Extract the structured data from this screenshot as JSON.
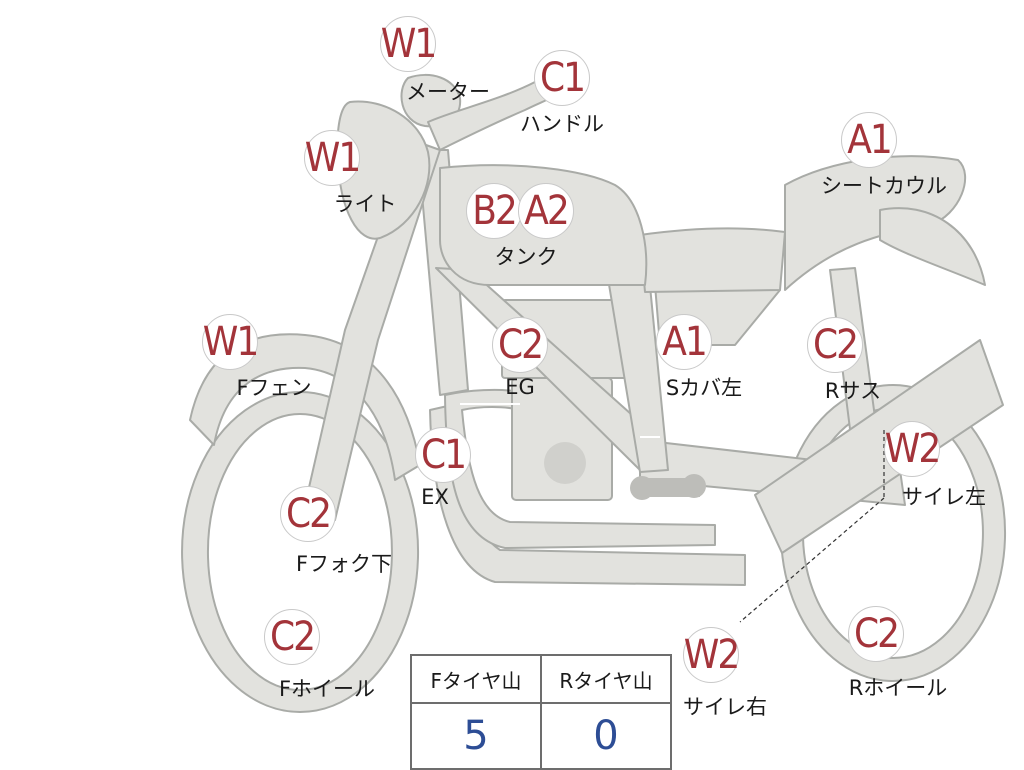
{
  "colors": {
    "bike_fill": "#e2e2de",
    "bike_stroke": "#a9aba7",
    "grade_text": "#a3343a",
    "value_text": "#2d4d95"
  },
  "markers": [
    {
      "grade": "W1",
      "part": "メーター"
    },
    {
      "grade": "C1",
      "part": "ハンドル"
    },
    {
      "grade": "W1",
      "part": "ライト"
    },
    {
      "grade": "B2",
      "part": ""
    },
    {
      "grade": "A2",
      "part": "タンク"
    },
    {
      "grade": "A1",
      "part": "シートカウル"
    },
    {
      "grade": "W1",
      "part": "Fフェン"
    },
    {
      "grade": "C2",
      "part": "EG"
    },
    {
      "grade": "A1",
      "part": "Sカバ左"
    },
    {
      "grade": "C2",
      "part": "Rサス"
    },
    {
      "grade": "C1",
      "part": "EX"
    },
    {
      "grade": "W2",
      "part": "サイレ左"
    },
    {
      "grade": "C2",
      "part": "Fフォク下"
    },
    {
      "grade": "C2",
      "part": "Fホイール"
    },
    {
      "grade": "W2",
      "part": "サイレ右"
    },
    {
      "grade": "C2",
      "part": "Rホイール"
    }
  ],
  "tread_table": {
    "headers": [
      "Fタイヤ山",
      "Rタイヤ山"
    ],
    "values": [
      "5",
      "0"
    ]
  }
}
